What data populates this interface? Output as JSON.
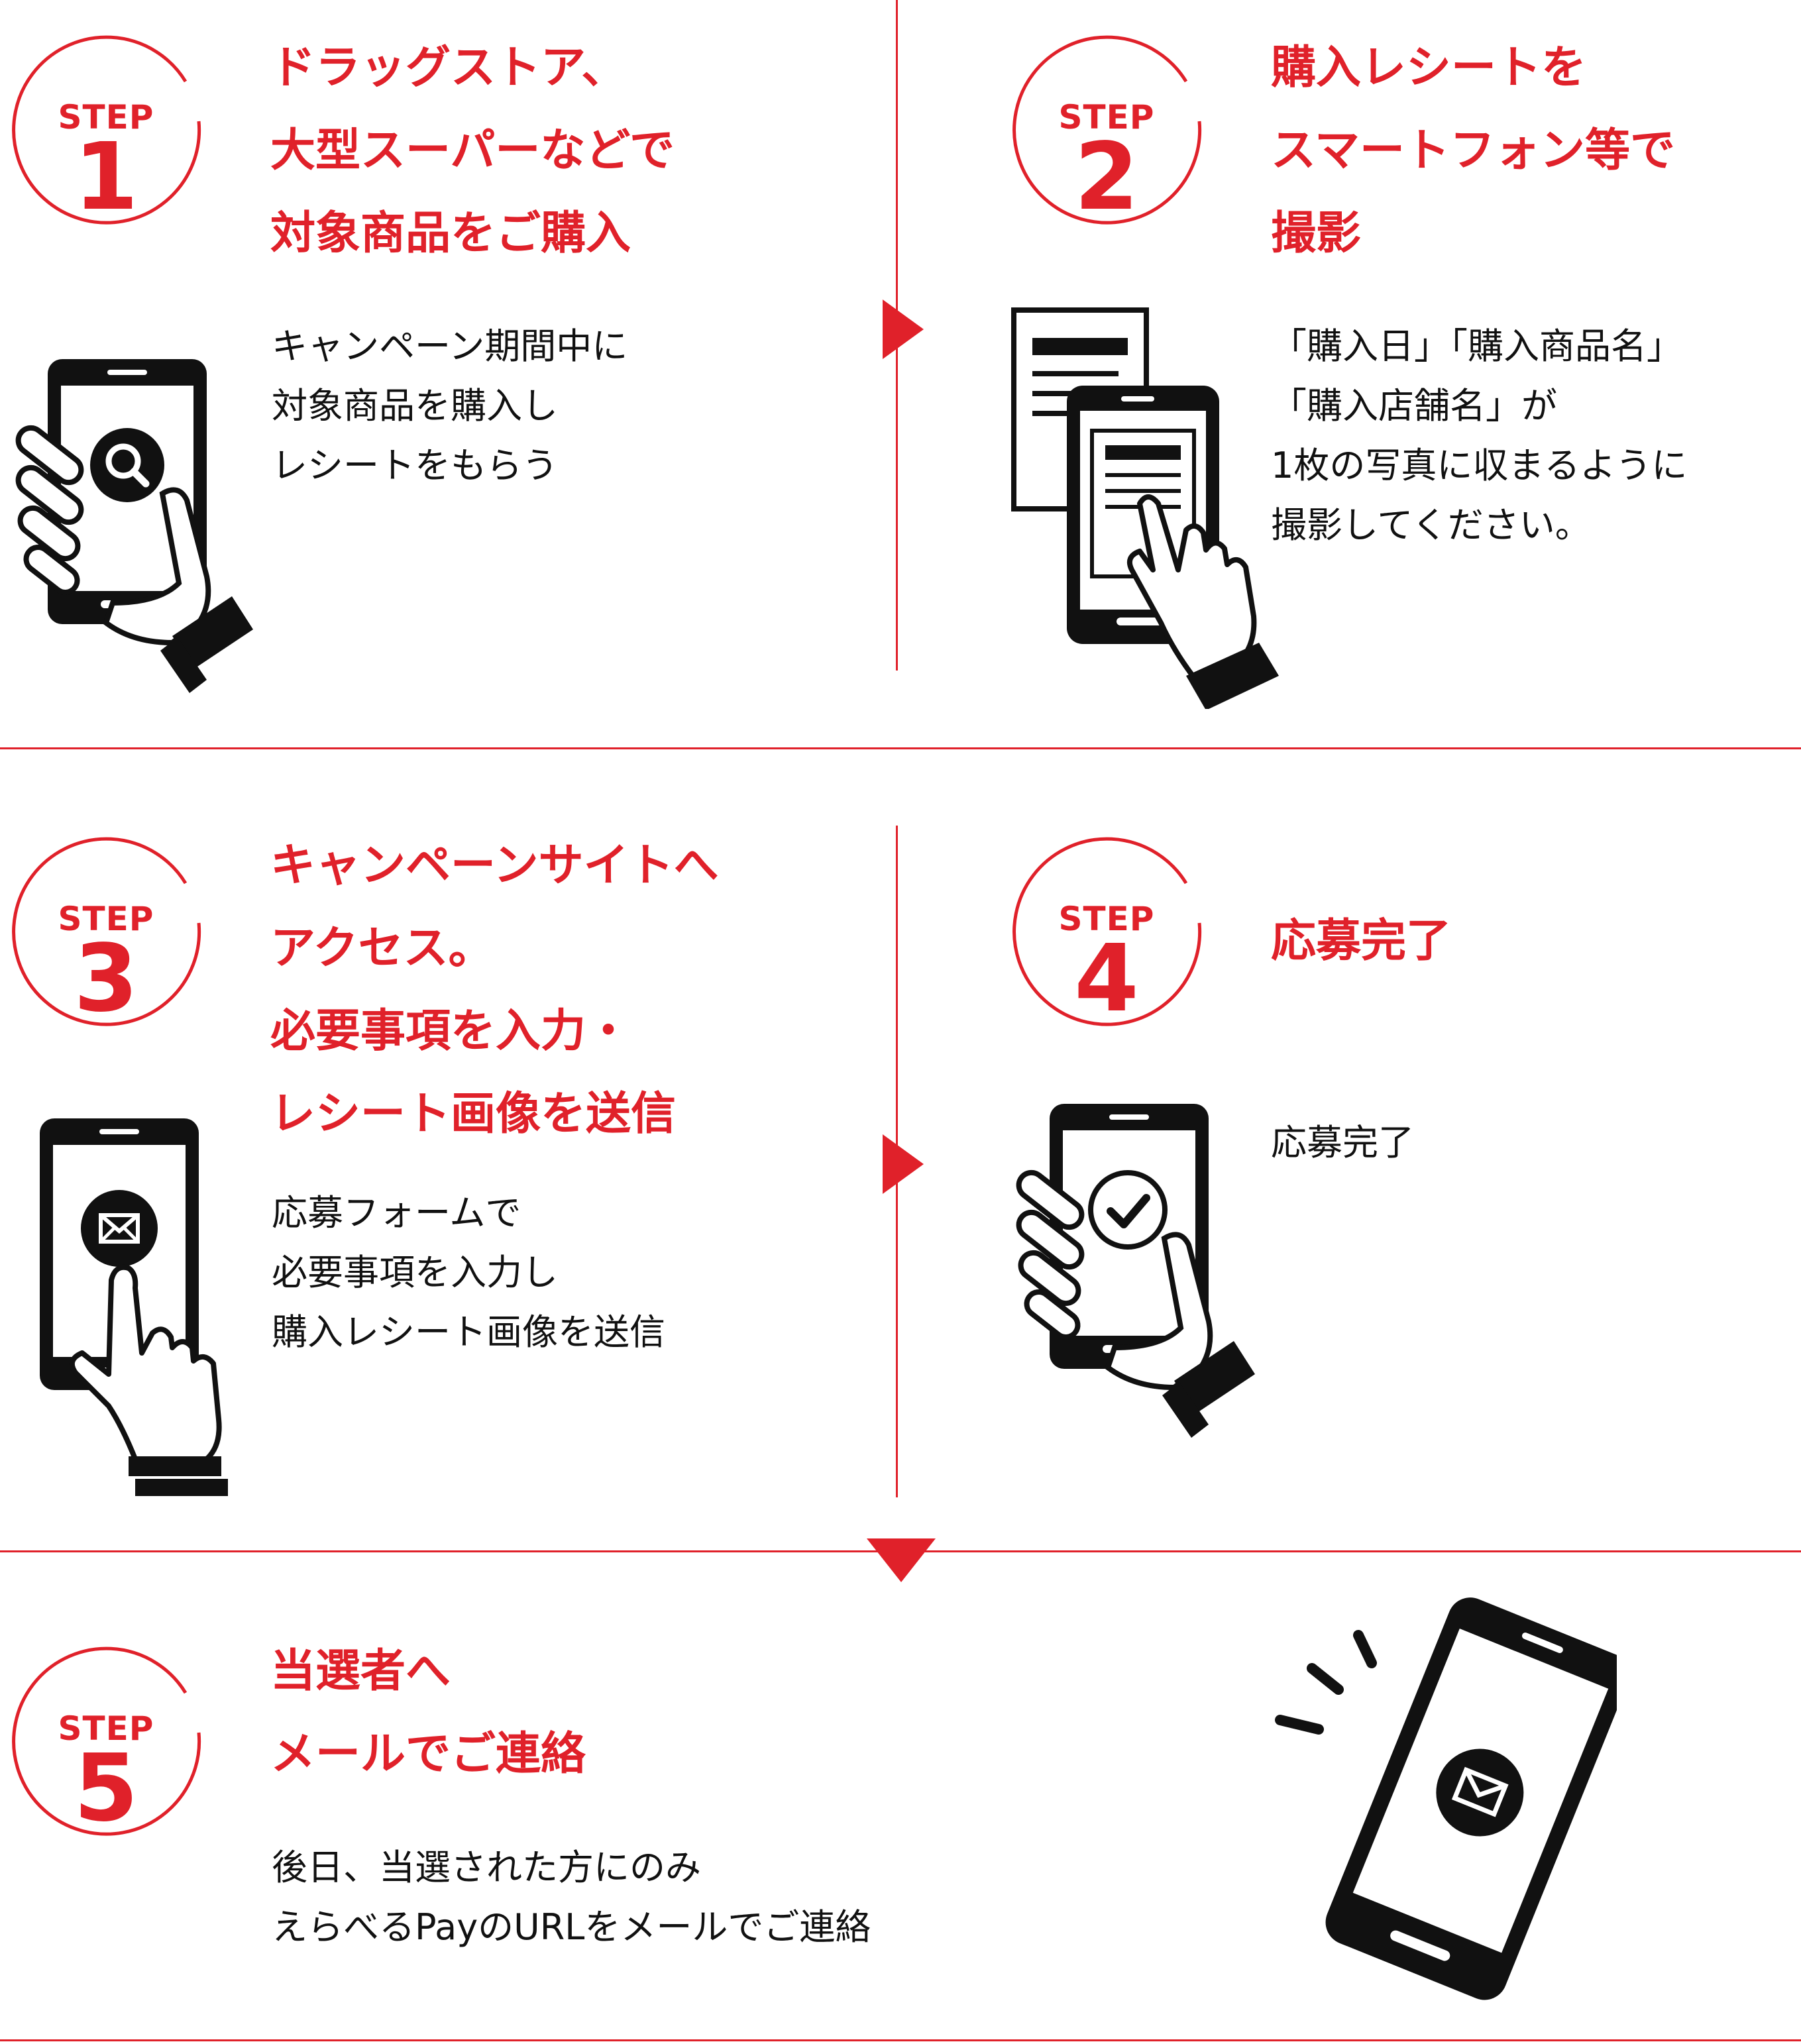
{
  "colors": {
    "accent": "#e0212a",
    "ink": "#111111",
    "background": "#ffffff"
  },
  "step_word": "STEP",
  "steps": [
    {
      "number": "1",
      "title": [
        "ドラッグストア、",
        "大型スーパーなどで",
        "対象商品をご購入"
      ],
      "desc": [
        "キャンペーン期間中に",
        "対象商品を購入し",
        "レシートをもらう"
      ],
      "icon": "hand-holding-phone-search-icon"
    },
    {
      "number": "2",
      "title": [
        "購入レシートを",
        "スマートフォン等で",
        "撮影"
      ],
      "desc": [
        "「購入日」「購入商品名」",
        "「購入店舗名」が",
        "1枚の写真に収まるように",
        "撮影してください。"
      ],
      "icon": "phone-receipt-photo-icon"
    },
    {
      "number": "3",
      "title": [
        "キャンペーンサイトへ",
        "アクセス。",
        "必要事項を入力・",
        "レシート画像を送信"
      ],
      "desc": [
        "応募フォームで",
        "必要事項を入力し",
        "購入レシート画像を送信"
      ],
      "icon": "phone-tap-mail-icon"
    },
    {
      "number": "4",
      "title": [
        "応募完了"
      ],
      "desc": [
        "応募完了"
      ],
      "icon": "hand-holding-phone-check-icon"
    },
    {
      "number": "5",
      "title": [
        "当選者へ",
        "メールでご連絡"
      ],
      "desc": [
        "後日、当選された方にのみ",
        "えらべるPayのURLをメールでご連絡"
      ],
      "icon": "phone-mail-notification-icon"
    }
  ]
}
